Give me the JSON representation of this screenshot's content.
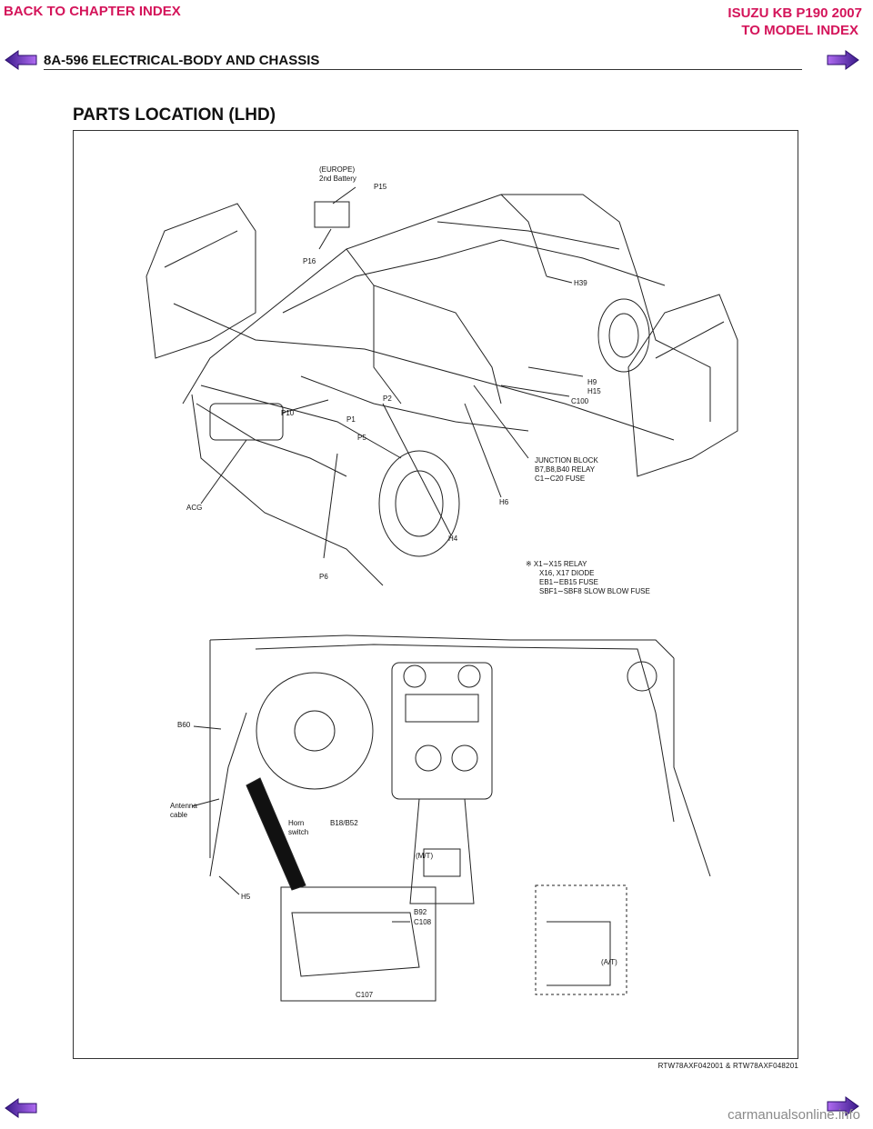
{
  "header": {
    "back_chapter": "BACK TO CHAPTER INDEX",
    "model_title": "ISUZU KB P190 2007",
    "to_model": "TO MODEL INDEX",
    "page_title": "8A-596  ELECTRICAL-BODY AND CHASSIS",
    "accent_color": "#d4145a"
  },
  "section": {
    "title": "PARTS LOCATION (LHD)"
  },
  "figure": {
    "top_labels": {
      "europe": "(EUROPE)",
      "battery": "2nd Battery",
      "p15": "P15",
      "p16": "P16",
      "h39": "H39",
      "h9": "H9",
      "h15": "H15",
      "c100": "C100",
      "p2": "P2",
      "p1": "P1",
      "p5": "P5",
      "p10": "P10",
      "jb1": "JUNCTION BLOCK",
      "jb2": "B7,B8,B40 RELAY",
      "jb3": "C1∼C20 FUSE",
      "h6": "H6",
      "h4": "H4",
      "acg": "ACG",
      "p6": "P6",
      "note1": "※ X1∼X15      RELAY",
      "note2": "X16, X17       DIODE",
      "note3": "EB1∼EB15    FUSE",
      "note4": "SBF1∼SBF8  SLOW BLOW FUSE"
    },
    "bottom_labels": {
      "b60": "B60",
      "antenna": "Antenna",
      "cable": "cable",
      "horn": "Horn",
      "switch": "switch",
      "b18": "B18/B52",
      "mt": "(M/T)",
      "h5": "H5",
      "b92": "B92",
      "c108": "C108",
      "c107": "C107",
      "at": "(A/T)"
    },
    "caption": "RTW78AXF042001 & RTW78AXF048201"
  },
  "footer": {
    "watermark": "carmanualsonline.info"
  },
  "icons": {
    "prev": "arrow-left-icon",
    "next": "arrow-right-icon",
    "arrow_color": "#7a2bd6"
  }
}
